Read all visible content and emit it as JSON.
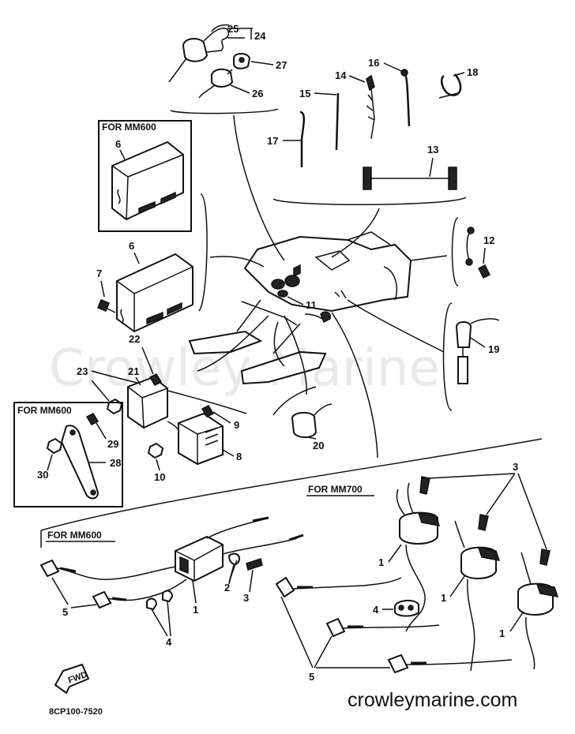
{
  "watermark": "Crowley Marine",
  "site_url": "crowleymarine.com",
  "diagram_code": "8CP100-7520",
  "fwd_label": "FWD",
  "group_labels": {
    "mm600_top": "FOR MM600",
    "mm600_left": "FOR MM600",
    "mm600_bottom": "FOR MM600",
    "mm700": "FOR MM700"
  },
  "callouts": {
    "c25": "25",
    "c24": "24",
    "c27": "27",
    "c26": "26",
    "c16": "16",
    "c14": "14",
    "c18": "18",
    "c15": "15",
    "c17": "17",
    "c13": "13",
    "c6a": "6",
    "c6b": "6",
    "c7": "7",
    "c12": "12",
    "c11": "11",
    "c19": "19",
    "c22": "22",
    "c23": "23",
    "c21": "21",
    "c9": "9",
    "c8": "8",
    "c10": "10",
    "c20": "20",
    "c29": "29",
    "c28": "28",
    "c30": "30",
    "c3a": "3",
    "c1a": "1",
    "c1b": "1",
    "c1c": "1",
    "c4a": "4",
    "c5a": "5",
    "c2": "2",
    "c3b": "3",
    "c1d": "1",
    "c5b": "5",
    "c4b": "4"
  }
}
